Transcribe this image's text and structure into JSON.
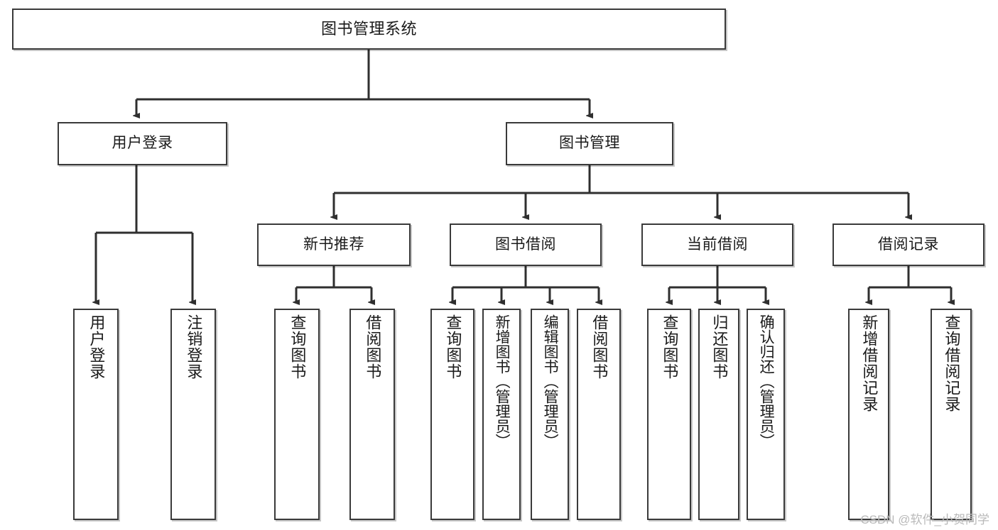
{
  "diagram": {
    "title": "图书管理系统",
    "type": "tree-hierarchy-chart",
    "orientation": "top-down",
    "colors": {
      "box_border": "#3a3a3a",
      "box_fill": "#ffffff",
      "connector": "#2f2f2f",
      "text": "#1a1a1a",
      "watermark": "#b9b9b9",
      "background": "#ffffff"
    }
  },
  "watermark": {
    "text": "CSDN @软件_小贺同学"
  },
  "nodes": {
    "root": {
      "label": "图书管理系统"
    },
    "level2": [
      {
        "label": "用户登录"
      },
      {
        "label": "图书管理"
      }
    ],
    "level3": [
      {
        "label": "新书推荐"
      },
      {
        "label": "图书借阅"
      },
      {
        "label": "当前借阅"
      },
      {
        "label": "借阅记录"
      }
    ],
    "leaves": {
      "user_login": [
        {
          "label": "用户登录"
        },
        {
          "label": "注销登录"
        }
      ],
      "new_book_recommend": [
        {
          "label": "查询图书"
        },
        {
          "label": "借阅图书"
        }
      ],
      "book_borrow": [
        {
          "label": "查询图书"
        },
        {
          "label": "新增图书（管理员）"
        },
        {
          "label": "编辑图书（管理员）"
        },
        {
          "label": "借阅图书"
        }
      ],
      "current_borrow": [
        {
          "label": "查询图书"
        },
        {
          "label": "归还图书"
        },
        {
          "label": "确认归还（管理员）"
        }
      ],
      "borrow_record": [
        {
          "label": "新增借阅记录"
        },
        {
          "label": "查询借阅记录"
        }
      ]
    }
  },
  "edges": [
    {
      "from": "图书管理系统",
      "to": "用户登录"
    },
    {
      "from": "图书管理系统",
      "to": "图书管理"
    },
    {
      "from": "图书管理",
      "to": "新书推荐"
    },
    {
      "from": "图书管理",
      "to": "图书借阅"
    },
    {
      "from": "图书管理",
      "to": "当前借阅"
    },
    {
      "from": "图书管理",
      "to": "借阅记录"
    },
    {
      "from": "用户登录",
      "to": "用户登录"
    },
    {
      "from": "用户登录",
      "to": "注销登录"
    },
    {
      "from": "新书推荐",
      "to": "查询图书"
    },
    {
      "from": "新书推荐",
      "to": "借阅图书"
    },
    {
      "from": "图书借阅",
      "to": "查询图书"
    },
    {
      "from": "图书借阅",
      "to": "新增图书（管理员）"
    },
    {
      "from": "图书借阅",
      "to": "编辑图书（管理员）"
    },
    {
      "from": "图书借阅",
      "to": "借阅图书"
    },
    {
      "from": "当前借阅",
      "to": "查询图书"
    },
    {
      "from": "当前借阅",
      "to": "归还图书"
    },
    {
      "from": "当前借阅",
      "to": "确认归还（管理员）"
    },
    {
      "from": "借阅记录",
      "to": "新增借阅记录"
    },
    {
      "from": "借阅记录",
      "to": "查询借阅记录"
    }
  ]
}
